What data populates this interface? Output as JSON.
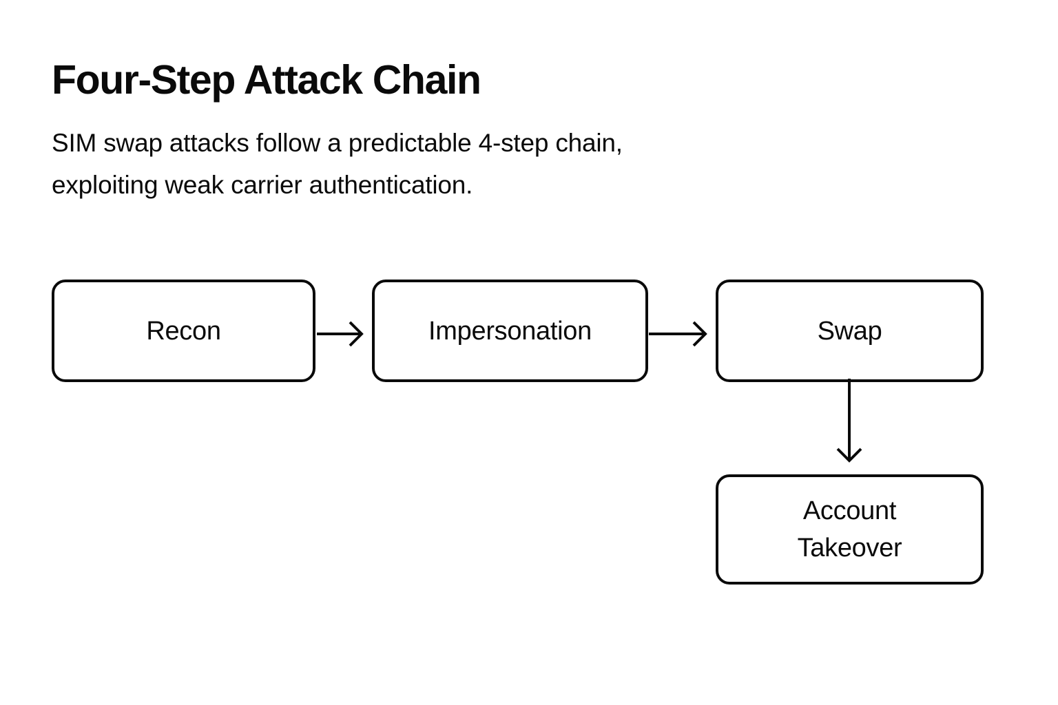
{
  "page": {
    "background_color": "#ffffff",
    "ink_color": "#0a0a0a"
  },
  "header": {
    "title": "Four-Step Attack Chain",
    "subtitle_line_1": "SIM swap attacks follow a predictable 4-step chain,",
    "subtitle_line_2": "exploiting weak carrier authentication."
  },
  "diagram": {
    "type": "flowchart",
    "nodes": [
      {
        "id": "recon",
        "label": "Recon"
      },
      {
        "id": "impersonation",
        "label": "Impersonation"
      },
      {
        "id": "swap",
        "label": "Swap"
      },
      {
        "id": "takeover",
        "label": "Account\nTakeover"
      }
    ],
    "edges": [
      {
        "from": "recon",
        "to": "impersonation",
        "direction": "right"
      },
      {
        "from": "impersonation",
        "to": "swap",
        "direction": "right"
      },
      {
        "from": "swap",
        "to": "takeover",
        "direction": "down"
      }
    ]
  }
}
